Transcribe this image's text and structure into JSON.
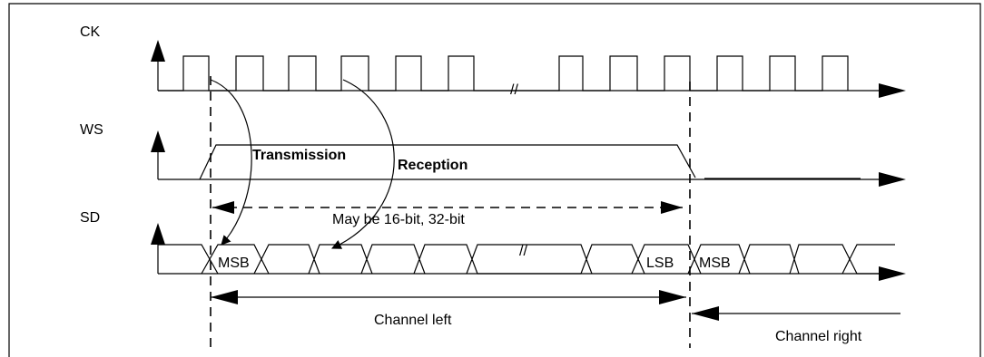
{
  "signals": {
    "ck": "CK",
    "ws": "WS",
    "sd": "SD"
  },
  "annotations": {
    "transmission": "Transmission",
    "reception": "Reception",
    "word_length": "May be 16-bit, 32-bit",
    "msb_left": "MSB",
    "lsb": "LSB",
    "msb_right": "MSB",
    "channel_left": "Channel left",
    "channel_right": "Channel right",
    "break_mark": "//"
  }
}
